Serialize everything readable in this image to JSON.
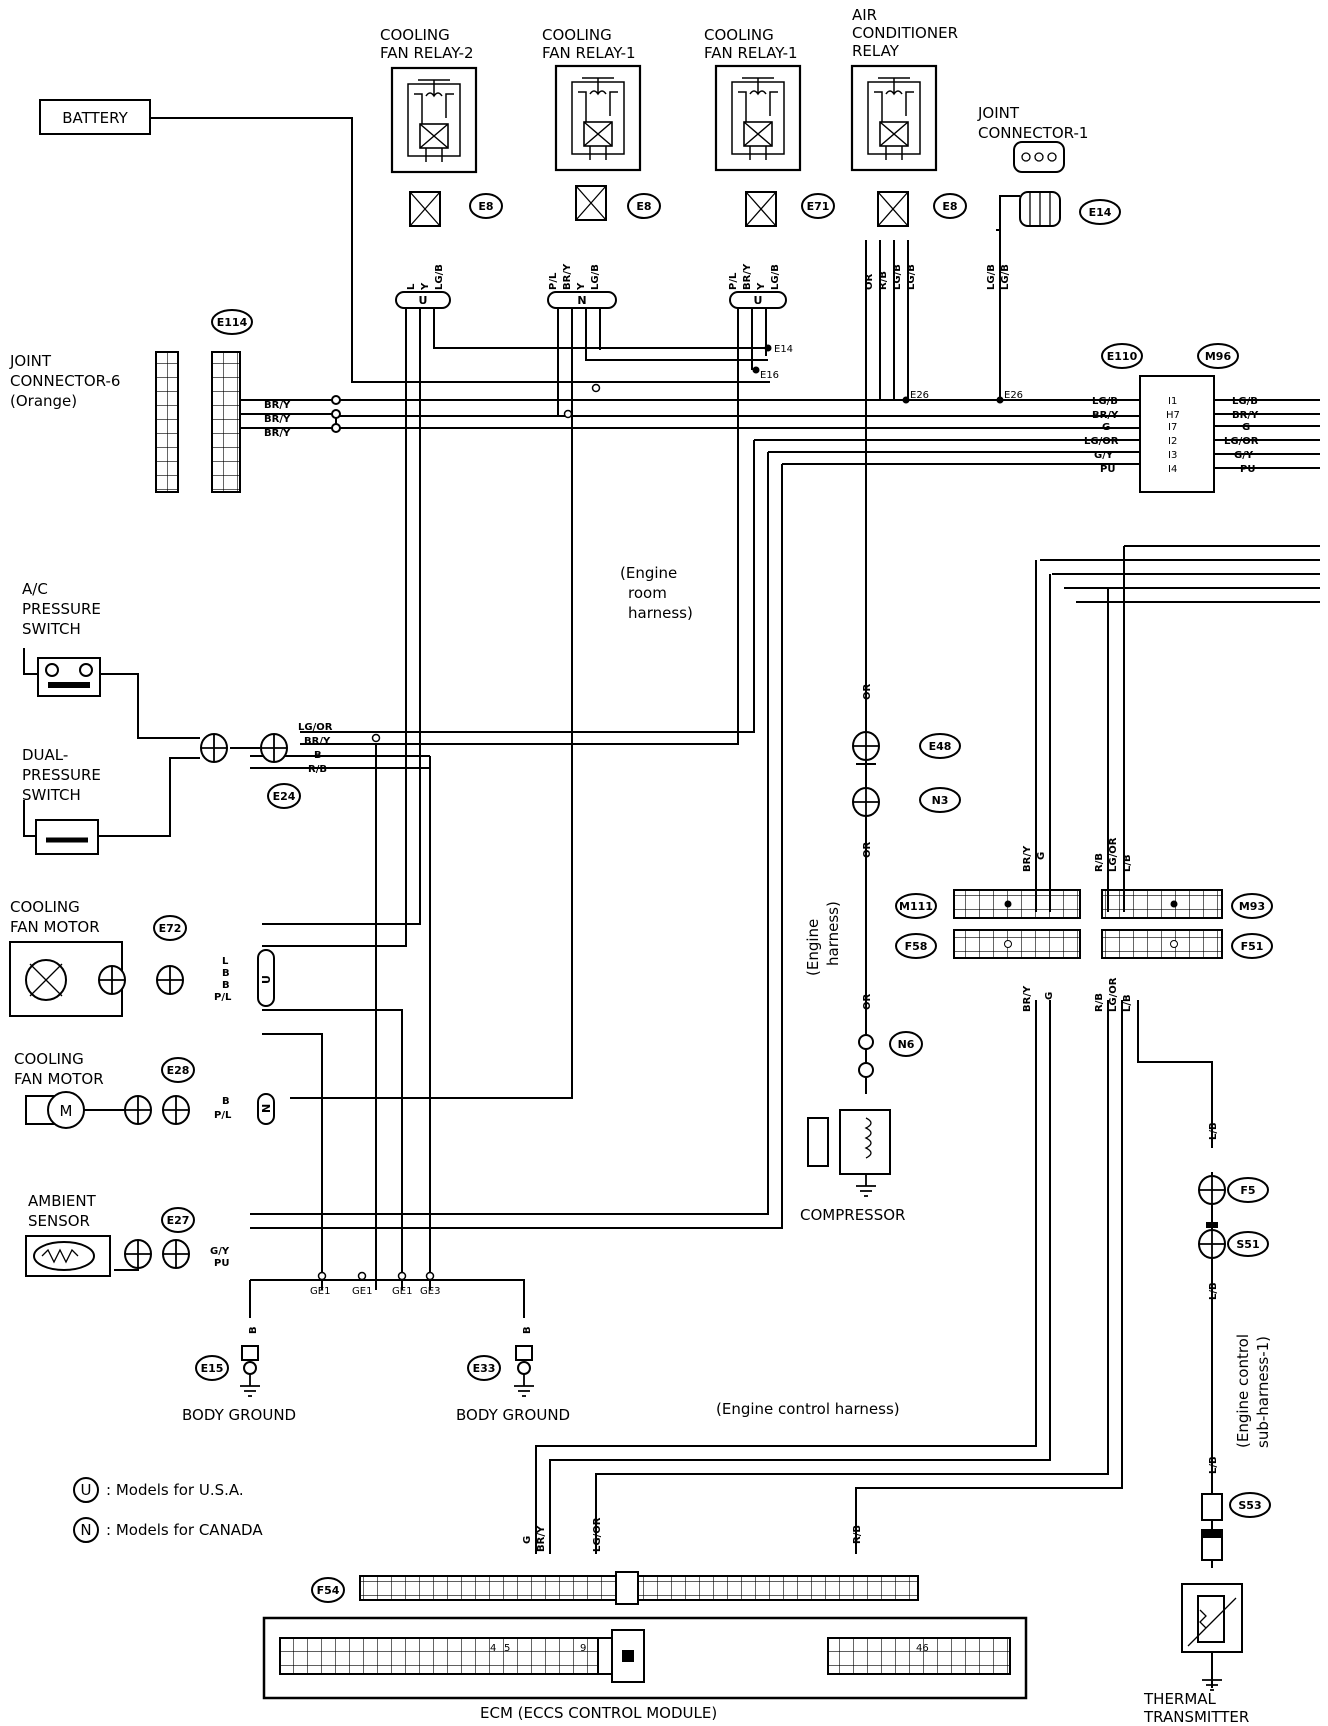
{
  "components": {
    "battery": "BATTERY",
    "relay_fan2_l1": "COOLING",
    "relay_fan2_l2": "FAN RELAY-2",
    "relay_fan1a_l1": "COOLING",
    "relay_fan1a_l2": "FAN RELAY-1",
    "relay_fan1b_l1": "COOLING",
    "relay_fan1b_l2": "FAN RELAY-1",
    "relay_ac_l1": "AIR",
    "relay_ac_l2": "CONDITIONER",
    "relay_ac_l3": "RELAY",
    "jc1_l1": "JOINT",
    "jc1_l2": "CONNECTOR-1",
    "jc6_l1": "JOINT",
    "jc6_l2": "CONNECTOR-6",
    "jc6_l3": "(Orange)",
    "acps_l1": "A/C",
    "acps_l2": "PRESSURE",
    "acps_l3": "SWITCH",
    "dps_l1": "DUAL-",
    "dps_l2": "PRESSURE",
    "dps_l3": "SWITCH",
    "cfm1_l1": "COOLING",
    "cfm1_l2": "FAN MOTOR",
    "cfm2_l1": "COOLING",
    "cfm2_l2": "FAN MOTOR",
    "amb_l1": "AMBIENT",
    "amb_l2": "SENSOR",
    "bg1": "BODY GROUND",
    "bg2": "BODY GROUND",
    "compressor": "COMPRESSOR",
    "ecm": "ECM (ECCS CONTROL MODULE)",
    "thermal_l1": "THERMAL",
    "thermal_l2": "TRANSMITTER"
  },
  "harness": {
    "engine_room_l1": "(Engine",
    "engine_room_l2": "room",
    "engine_room_l3": "harness)",
    "engine_l1": "(Engine",
    "engine_l2": "harness)",
    "engine_control": "(Engine control harness)",
    "sub_l1": "(Engine control",
    "sub_l2": "sub-harness-1)"
  },
  "connectors": {
    "e8a": "E8",
    "e8b": "E8",
    "e71": "E71",
    "e8c": "E8",
    "e14": "E14",
    "e114": "E114",
    "e110": "E110",
    "m96": "M96",
    "e24": "E24",
    "e72": "E72",
    "e28": "E28",
    "e27": "E27",
    "e48": "E48",
    "n3": "N3",
    "n6": "N6",
    "m111": "M111",
    "f58": "F58",
    "m93": "M93",
    "f51": "F51",
    "f5": "F5",
    "s51": "S51",
    "s53": "S53",
    "e15": "E15",
    "e33": "E33",
    "f54": "F54"
  },
  "wires": {
    "lg": "L",
    "gy": "Y",
    "lgb1": "LG/B",
    "pl1": "P/L",
    "bry1": "BR/Y",
    "y1": "Y",
    "lgb2": "LG/B",
    "pl2": "P/L",
    "bry2": "BR/Y",
    "y2": "Y",
    "lgb3": "LG/B",
    "or1": "OR",
    "rb1": "R/B",
    "lgb4": "LG/B",
    "lgb5": "LG/B",
    "lgb6": "LG/B",
    "lgb7": "LG/B",
    "jbry1": "BR/Y",
    "jbry2": "BR/Y",
    "jbry3": "BR/Y",
    "mlgb": "LG/B",
    "mbry": "BR/Y",
    "mg": "G",
    "mlgor": "LG/OR",
    "mgy": "G/Y",
    "mpu": "PU",
    "rlgb": "LG/B",
    "rbry": "BR/Y",
    "rg": "G",
    "rlgor": "LG/OR",
    "rgy": "G/Y",
    "rpu": "PU",
    "pin_i1": "I1",
    "pin_h7": "H7",
    "pin_i7": "I7",
    "pin_i2": "I2",
    "pin_i3": "I3",
    "pin_i4": "I4",
    "sw_lgor": "LG/OR",
    "sw_bry": "BR/Y",
    "sw_b": "B",
    "sw_rb": "R/B",
    "fm1_l": "L",
    "fm1_b1": "B",
    "fm1_b2": "B",
    "fm1_pl": "P/L",
    "fm2_b": "B",
    "fm2_pl": "P/L",
    "amb_gy": "G/Y",
    "amb_pu": "PU",
    "gnd_b1": "B",
    "gnd_b2": "B",
    "or2": "OR",
    "or3": "OR",
    "or4": "OR",
    "c_bry1": "BR/Y",
    "c_g1": "G",
    "c_rb1": "R/B",
    "c_lgor1": "LG/OR",
    "c_lb1": "L/B",
    "c_bry2": "BR/Y",
    "c_g2": "G",
    "c_rb2": "R/B",
    "c_lgor2": "LG/OR",
    "c_lb2": "L/B",
    "t_lb1": "L/B",
    "t_lb2": "L/B",
    "t_lb3": "L/B",
    "ecm_g": "G",
    "ecm_bry": "BR/Y",
    "ecm_lgor": "LG/OR",
    "ecm_rb": "R/B"
  },
  "junctions": {
    "e14": "E14",
    "e16": "E16",
    "e26a": "E26",
    "e26b": "E26",
    "ge1a": "GE1",
    "ge1b": "GE1",
    "ge1c": "GE1",
    "ge3": "GE3"
  },
  "badges": {
    "u1": "U",
    "n1": "N",
    "u2": "U",
    "u3": "U",
    "n2": "N"
  },
  "ecm_pins": {
    "p4": "4",
    "p5": "5",
    "p9": "9",
    "p46": "46"
  },
  "legend": {
    "u_sym": "U",
    "u_text": ":  Models for U.S.A.",
    "n_sym": "N",
    "n_text": ":  Models for CANADA"
  }
}
